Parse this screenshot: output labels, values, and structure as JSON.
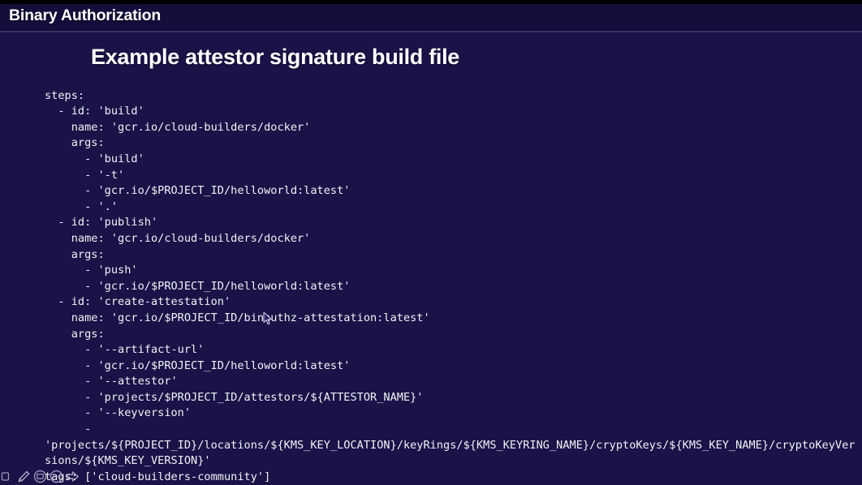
{
  "header": {
    "title": "Binary Authorization"
  },
  "slide": {
    "heading": "Example attestor signature build file",
    "code_lines": [
      "steps:",
      "  - id: 'build'",
      "    name: 'gcr.io/cloud-builders/docker'",
      "    args:",
      "      - 'build'",
      "      - '-t'",
      "      - 'gcr.io/$PROJECT_ID/helloworld:latest'",
      "      - '.'",
      "  - id: 'publish'",
      "    name: 'gcr.io/cloud-builders/docker'",
      "    args:",
      "      - 'push'",
      "      - 'gcr.io/$PROJECT_ID/helloworld:latest'",
      "  - id: 'create-attestation'",
      "    name: 'gcr.io/$PROJECT_ID/binauthz-attestation:latest'",
      "    args:",
      "      - '--artifact-url'",
      "      - 'gcr.io/$PROJECT_ID/helloworld:latest'",
      "      - '--attestor'",
      "      - 'projects/$PROJECT_ID/attestors/${ATTESTOR_NAME}'",
      "      - '--keyversion'",
      "      - "
    ],
    "code_wrapped_line": "'projects/${PROJECT_ID}/locations/${KMS_KEY_LOCATION}/keyRings/${KMS_KEYRING_NAME}/cryptoKeys/${KMS_KEY_NAME}/cryptoKeyVersions/${KMS_KEY_VERSION}'",
    "code_tags_line": "tags: ['cloud-builders-community']"
  },
  "toolbar": {
    "items": [
      {
        "icon": "pointer-icon",
        "label": "Pointer"
      },
      {
        "icon": "pen-icon",
        "label": "Pen"
      },
      {
        "icon": "laser-icon",
        "label": "Laser"
      },
      {
        "icon": "more-options-icon",
        "label": "More options"
      },
      {
        "icon": "next-slide-arrow-icon",
        "label": "Next slide"
      }
    ]
  },
  "colors": {
    "slide_background": "#191348",
    "header_background": "#130e3c",
    "header_divider": "#3b3468",
    "text": "#ffffff",
    "code_text": "#f2f2f6",
    "top_strip": "#000000"
  }
}
